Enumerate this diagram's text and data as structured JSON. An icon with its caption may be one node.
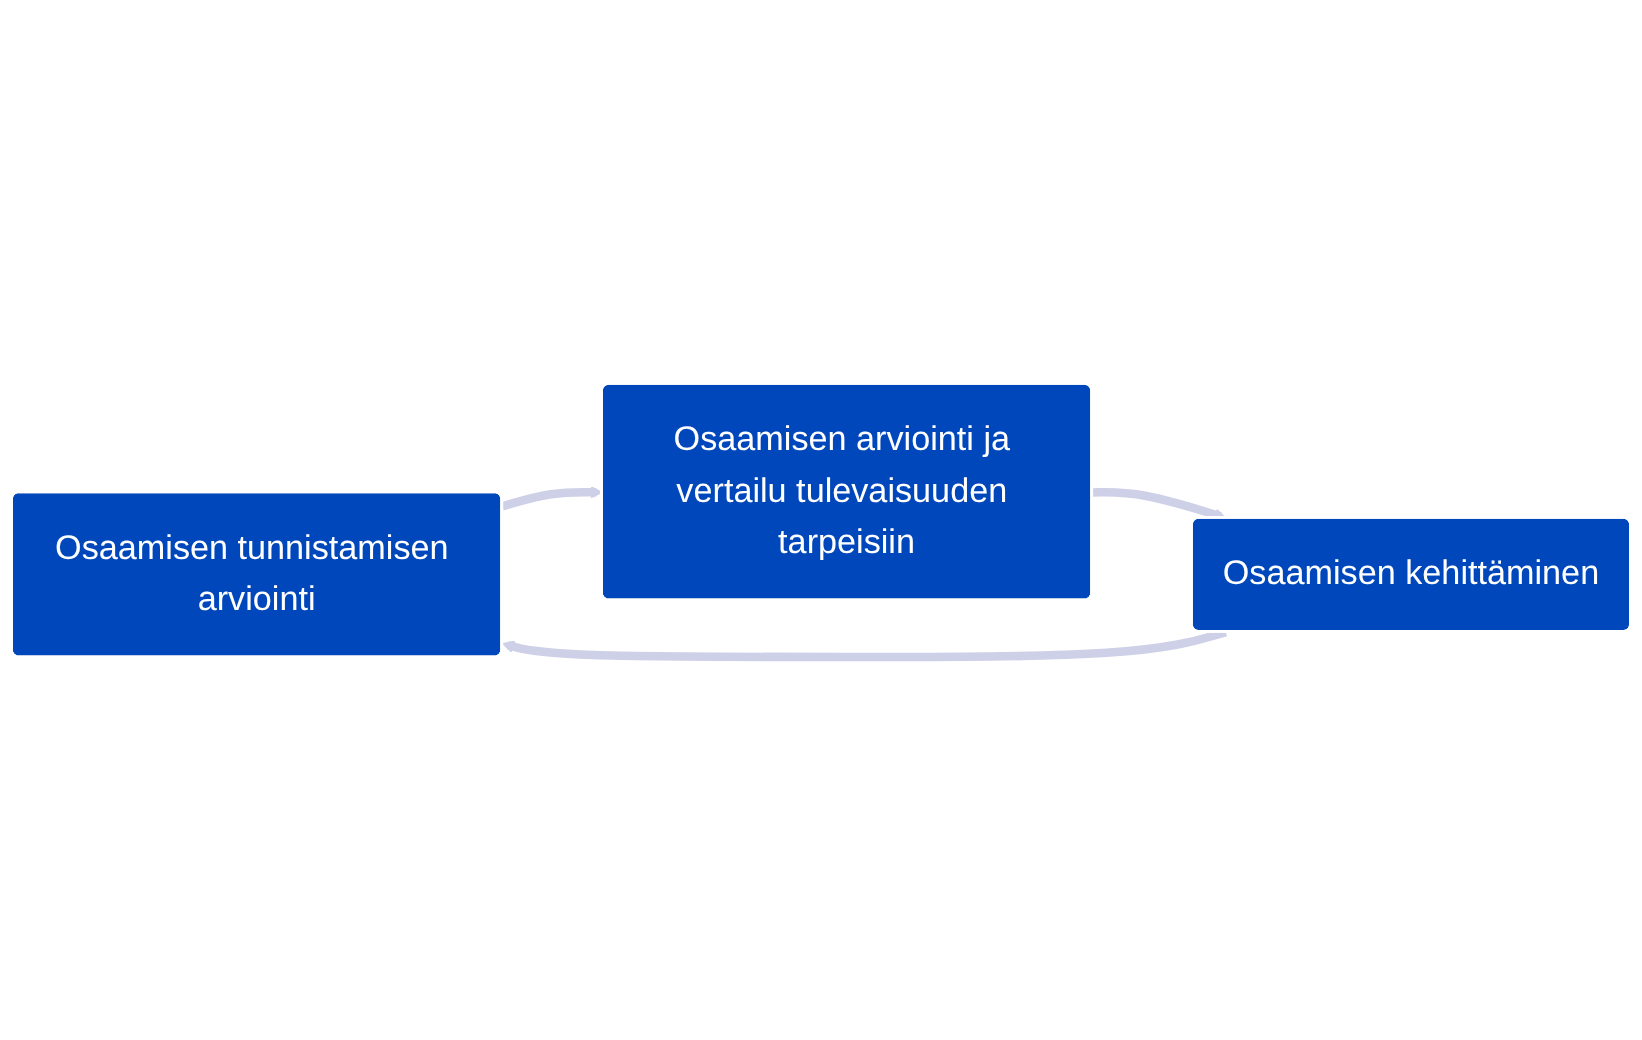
{
  "diagram": {
    "nodes": [
      {
        "text": [
          "Osaamisen tunnistamisen arviointi"
        ]
      },
      {
        "text": [
          "Osaamisen arviointi ja vertailu tulevaisuuden tarpeisiin"
        ]
      },
      {
        "text": [
          "Osaamisen kehittäminen"
        ]
      }
    ],
    "edges": [
      {
        "from": 0,
        "to": 1,
        "arrow": "to"
      },
      {
        "from": 1,
        "to": 2,
        "arrow": "to"
      },
      {
        "from": 2,
        "to": 0,
        "arrow": "to"
      }
    ]
  }
}
